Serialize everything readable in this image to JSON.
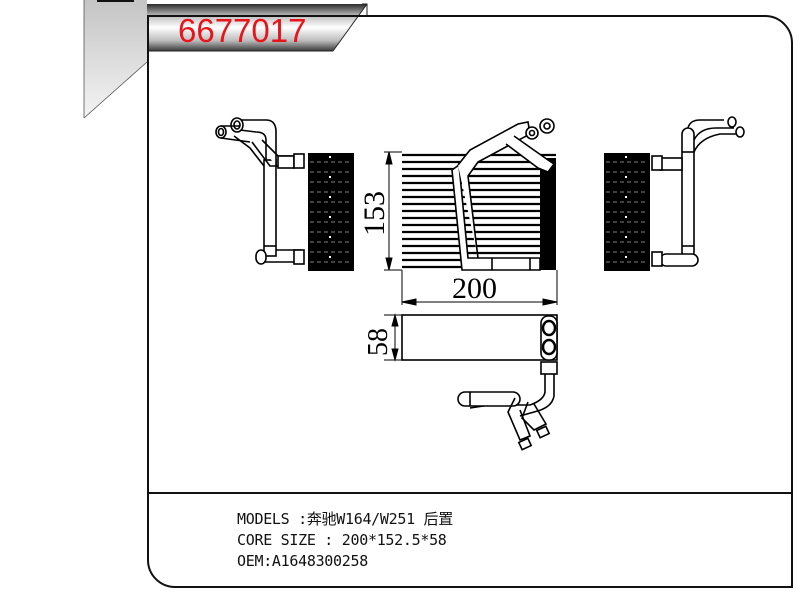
{
  "header": {
    "part_number": "6677017",
    "part_number_color": "#e8141c"
  },
  "drawing": {
    "dimensions": {
      "height_label": "153",
      "width_label": "200",
      "depth_label": "58"
    },
    "views": [
      "left-side-view",
      "front-view",
      "right-side-view",
      "top-view"
    ]
  },
  "info": {
    "models_label": "MODELS :奔驰W164/W251 后置",
    "core_size_label": "CORE SIZE : 200*152.5*58",
    "oem_label": "OEM:A1648300258"
  }
}
